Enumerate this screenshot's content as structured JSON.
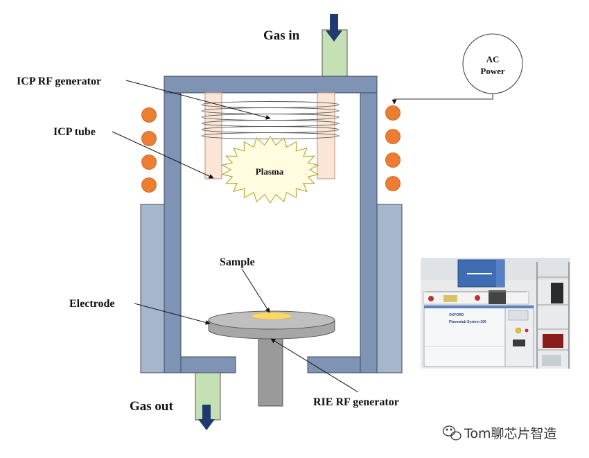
{
  "labels": {
    "gas_in": "Gas in",
    "gas_out": "Gas out",
    "icp_rf_generator": "ICP RF generator",
    "icp_tube": "ICP tube",
    "plasma": "Plasma",
    "ac_power_line1": "AC",
    "ac_power_line2": "Power",
    "sample": "Sample",
    "electrode": "Electrode",
    "rie_rf_generator": "RIE RF generator"
  },
  "photo": {
    "brand_logo": "OXFORD",
    "panel_text": "Plasmalab System 100"
  },
  "watermark": {
    "icon": "wechat-icon",
    "text": "Tom聊芯片智造"
  },
  "colors": {
    "chamber_wall": "#7f93b4",
    "outer_block": "#a6b6cc",
    "gas_tube": "#c5e0b4",
    "gas_arrow": "#1f3a6e",
    "icp_tube": "#fbe5d6",
    "coil_dot": "#ed7d31",
    "plasma_fill": "#fffce0",
    "sample": "#ffd966",
    "electrode": "#a6a6a6",
    "stem": "#9a9a9a"
  }
}
